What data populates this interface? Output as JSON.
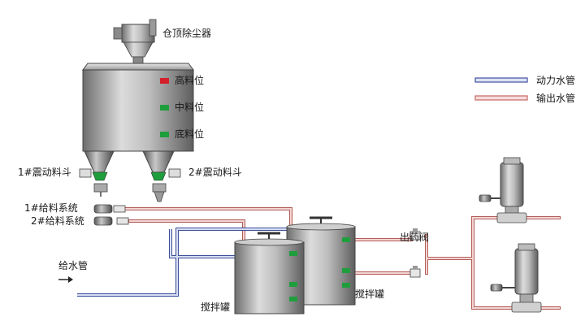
{
  "labels": {
    "dust_collector": "仓顶除尘器",
    "high_level": "高料位",
    "mid_level": "中料位",
    "low_level": "底料位",
    "vibrating_hopper_1": "1#震动料斗",
    "vibrating_hopper_2": "2#震动料斗",
    "feed_system_1": "1#给料系统",
    "feed_system_2": "2#给料系统",
    "water_supply": "给水管",
    "mixing_tank_1": "搅拌罐",
    "mixing_tank_2": "搅拌罐",
    "outlet_valve": "出药阀"
  },
  "legend": {
    "power_water": "动力水管",
    "output_water": "输出水管"
  },
  "colors": {
    "power_water_pipe": "#4d5fa8",
    "output_water_pipe": "#c9726e",
    "level_high": "#d4202a",
    "level_normal": "#1e9e3c"
  }
}
